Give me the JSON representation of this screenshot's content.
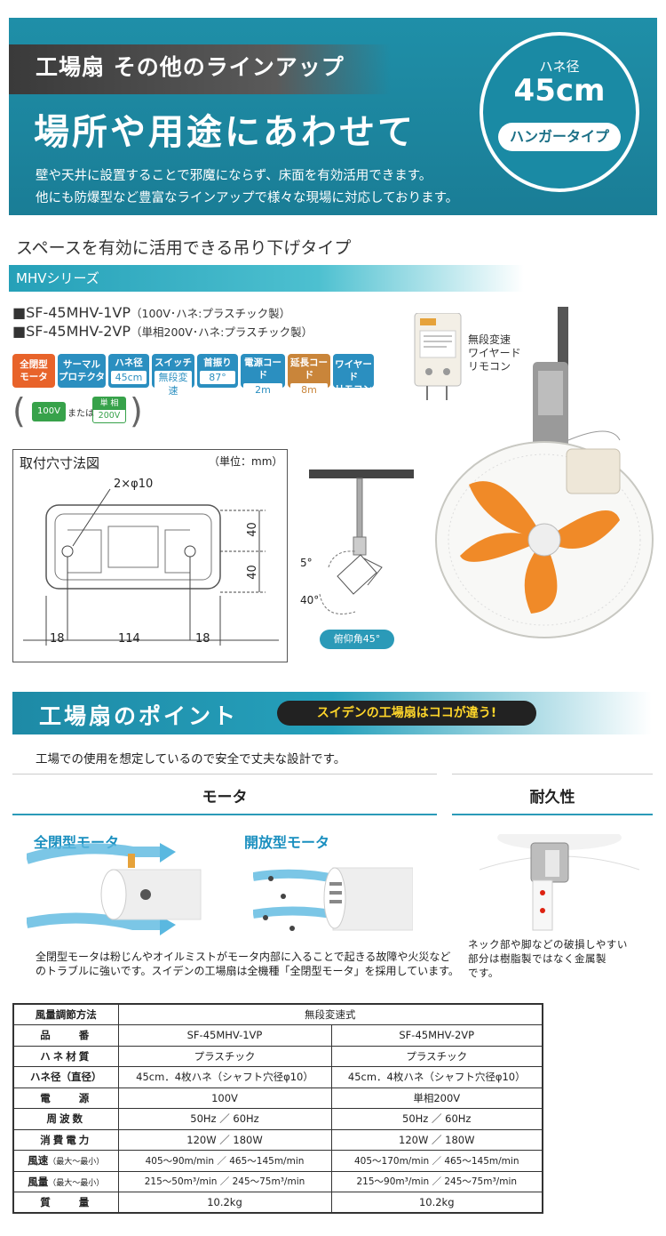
{
  "banner": {
    "tag": "工場扇 その他のラインアップ",
    "headline": "場所や用途にあわせて",
    "desc1": "壁や天井に設置することで邪魔にならず、床面を有効活用できます。",
    "desc2": "他にも防爆型など豊富なラインアップで様々な現場に対応しております。",
    "badge_label": "ハネ径",
    "badge_size": "45cm",
    "badge_type": "ハンガータイプ"
  },
  "product": {
    "subhead": "スペースを有効に活用できる吊り下げタイプ",
    "series": "MHVシリーズ",
    "model1": "■SF-45MHV-1VP",
    "model1_note": "（100V･ハネ:プラスチック製）",
    "model2": "■SF-45MHV-2VP",
    "model2_note": "（単相200V･ハネ:プラスチック製）",
    "remote_label1": "無段変速",
    "remote_label2": "ワイヤード",
    "remote_label3": "リモコン",
    "voltage_a": "100V",
    "voltage_or": "または",
    "voltage_b_top": "単 相",
    "voltage_b_bottom": "200V"
  },
  "spec_boxes": [
    {
      "top": "全閉型",
      "bottom": "モータ",
      "color": "#e8632a",
      "style": "solid2"
    },
    {
      "top": "サーマル",
      "bottom": "プロテクター",
      "color": "#2b8fc0",
      "style": "solid2"
    },
    {
      "top": "ハネ径",
      "bottom": "45cm",
      "color": "#2b8fc0",
      "style": "val"
    },
    {
      "top": "スイッチ",
      "bottom": "無段変速",
      "color": "#2b8fc0",
      "style": "val"
    },
    {
      "top": "首振り",
      "bottom": "87°",
      "color": "#2b8fc0",
      "style": "val"
    },
    {
      "top": "電源コード",
      "bottom": "2m",
      "color": "#2b8fc0",
      "style": "val"
    },
    {
      "top": "延長コード",
      "bottom": "8m",
      "color": "#c9853a",
      "style": "val"
    },
    {
      "top": "ワイヤード",
      "bottom": "リモコン",
      "color": "#2b8fc0",
      "style": "solid2"
    }
  ],
  "dimensions": {
    "title": "取付穴寸法図",
    "unit": "（単位：mm）",
    "hole": "2×φ10",
    "h1": "40",
    "h2": "40",
    "w1": "18",
    "w2": "114",
    "w3": "18",
    "angle1": "5°",
    "angle2": "40°",
    "tilt": "俯仰角45°"
  },
  "points": {
    "title": "工場扇のポイント",
    "pill": "スイデンの工場扇はココが違う!",
    "desc": "工場での使用を想定しているので安全で丈夫な設計です。",
    "motor_title": "モータ",
    "durability_title": "耐久性",
    "closed_motor": "全閉型モータ",
    "open_motor": "開放型モータ",
    "motor_desc1": "全閉型モータは粉じんやオイルミストがモータ内部に入ることで起きる故障や火災など",
    "motor_desc2": "のトラブルに強いです。スイデンの工場扇は全機種「全閉型モータ」を採用しています。",
    "dur_desc1": "ネック部や脚などの破損しやすい",
    "dur_desc2": "部分は樹脂製ではなく金属製",
    "dur_desc3": "です。"
  },
  "table": {
    "r0": {
      "h": "風量調節方法",
      "v": "無段変速式"
    },
    "r1": {
      "h": "品　　番",
      "a": "SF-45MHV-1VP",
      "b": "SF-45MHV-2VP"
    },
    "r2": {
      "h": "ハネ材質",
      "a": "プラスチック",
      "b": "プラスチック"
    },
    "r3": {
      "h": "ハネ径（直径）",
      "a": "45cm．4枚ハネ（シャフト穴径φ10）",
      "b": "45cm．4枚ハネ（シャフト穴径φ10）"
    },
    "r4": {
      "h": "電　　源",
      "a": "100V",
      "b": "単相200V"
    },
    "r5": {
      "h": "周波数",
      "a": "50Hz ／ 60Hz",
      "b": "50Hz ／ 60Hz"
    },
    "r6": {
      "h": "消費電力",
      "a": "120W ／ 180W",
      "b": "120W ／ 180W"
    },
    "r7": {
      "h": "風速",
      "hs": "（最大〜最小）",
      "a": "405〜90m/min ／ 465〜145m/min",
      "b": "405〜170m/min ／ 465〜145m/min"
    },
    "r8": {
      "h": "風量",
      "hs": "（最大〜最小）",
      "a": "215〜50m³/min ／ 245〜75m³/min",
      "b": "215〜90m³/min ／ 245〜75m³/min"
    },
    "r9": {
      "h": "質　　量",
      "a": "10.2kg",
      "b": "10.2kg"
    }
  }
}
